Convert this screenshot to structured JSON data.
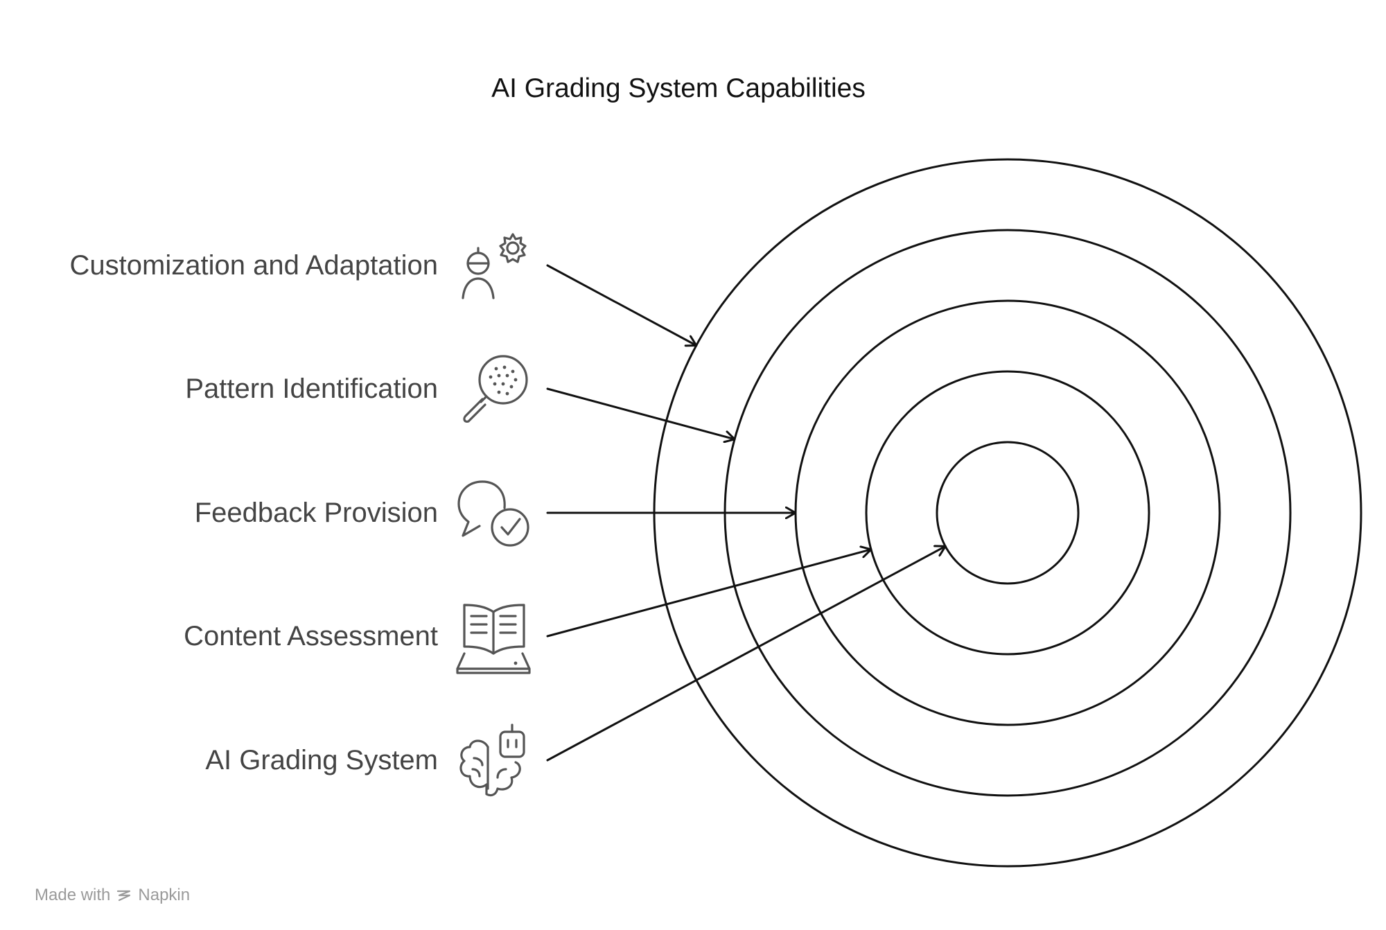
{
  "title": "AI Grading System Capabilities",
  "items": [
    {
      "label": "Customization and Adaptation",
      "icon": "engineer-gear-icon",
      "ring": 5
    },
    {
      "label": "Pattern Identification",
      "icon": "magnifier-pattern-icon",
      "ring": 4
    },
    {
      "label": "Feedback Provision",
      "icon": "speech-bubble-check-icon",
      "ring": 3
    },
    {
      "label": "Content Assessment",
      "icon": "open-book-icon",
      "ring": 2
    },
    {
      "label": "AI Grading System",
      "icon": "ai-brain-robot-icon",
      "ring": 1
    }
  ],
  "footer": {
    "prefix": "Made with",
    "brand": "Napkin"
  },
  "colors": {
    "stroke": "#111111",
    "label": "#444444",
    "icon": "#555555",
    "footer": "#9a9a9a"
  }
}
